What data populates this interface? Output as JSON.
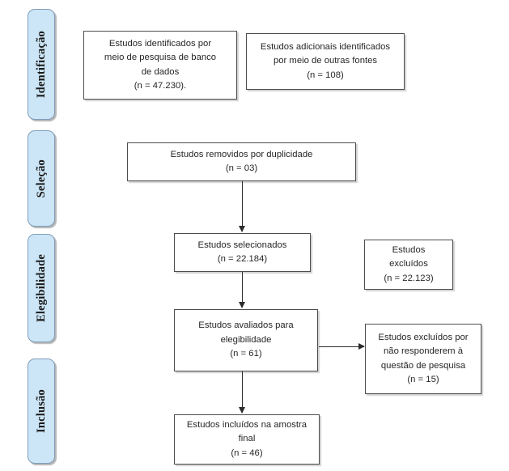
{
  "diagram": {
    "type": "prisma-flow-diagram",
    "language": "pt-BR",
    "colors": {
      "stage_fill": "#cce6f7",
      "stage_border": "#7f9db9",
      "box_border": "#4d4d4d",
      "arrow": "#2b2b2b",
      "text": "#262626",
      "background": "#ffffff"
    },
    "stages": [
      {
        "id": "identificacao",
        "label": "Identificação"
      },
      {
        "id": "selecao",
        "label": "Seleção"
      },
      {
        "id": "elegibilidade",
        "label": "Elegibilidade"
      },
      {
        "id": "inclusao",
        "label": "Inclusão"
      }
    ],
    "boxes": [
      {
        "id": "identificados-banco",
        "stage": "identificacao",
        "lines": [
          "Estudos identificados por",
          "meio de pesquisa de banco",
          "de dados",
          "(n = 47.230)."
        ],
        "count": "47.230"
      },
      {
        "id": "identificados-outras-fontes",
        "stage": "identificacao",
        "lines": [
          "Estudos adicionais identificados",
          "por meio de outras fontes",
          "(n = 108)"
        ],
        "count": "108"
      },
      {
        "id": "removidos-duplicidade",
        "stage": "selecao",
        "lines": [
          "Estudos removidos por duplicidade",
          "(n = 03)"
        ],
        "count": "03"
      },
      {
        "id": "selecionados",
        "stage": "selecao",
        "lines": [
          "Estudos selecionados",
          "(n = 22.184)"
        ],
        "count": "22.184"
      },
      {
        "id": "excluidos",
        "stage": "elegibilidade",
        "lines": [
          "Estudos",
          "excluídos",
          "(n = 22.123)"
        ],
        "count": "22.123"
      },
      {
        "id": "avaliados-elegibilidade",
        "stage": "elegibilidade",
        "lines": [
          "Estudos avaliados para",
          "elegibilidade",
          "(n = 61)"
        ],
        "count": "61"
      },
      {
        "id": "excluidos-questao-pesquisa",
        "stage": "elegibilidade",
        "lines": [
          "Estudos excluídos por",
          "não responderem à",
          "questão de pesquisa",
          "(n = 15)"
        ],
        "count": "15"
      },
      {
        "id": "incluidos-amostra-final",
        "stage": "inclusao",
        "lines": [
          "Estudos incluídos na amostra",
          "final",
          "(n = 46)"
        ],
        "count": "46"
      }
    ],
    "connectors": [
      {
        "id": "dup-to-selecionados",
        "from": "removidos-duplicidade",
        "to": "selecionados",
        "direction": "down"
      },
      {
        "id": "selecionados-to-avaliados",
        "from": "selecionados",
        "to": "avaliados-elegibilidade",
        "direction": "down"
      },
      {
        "id": "avaliados-to-excluidos-questao",
        "from": "avaliados-elegibilidade",
        "to": "excluidos-questao-pesquisa",
        "direction": "right"
      },
      {
        "id": "avaliados-to-incluidos",
        "from": "avaliados-elegibilidade",
        "to": "incluidos-amostra-final",
        "direction": "down"
      }
    ]
  }
}
